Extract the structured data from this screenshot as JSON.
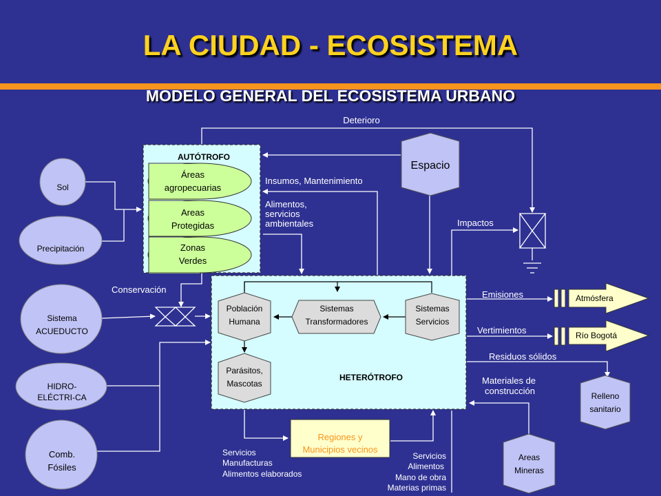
{
  "title": "LA CIUDAD - ECOSISTEMA",
  "subtitle": "MODELO GENERAL DEL ECOSISTEMA URBANO",
  "colors": {
    "background": "#2e3192",
    "title": "#ffd21f",
    "accent_bar": "#f7941d",
    "light_box": "#d5fcfe",
    "green_pill": "#ccff99",
    "grey_shape": "#dcdcdc",
    "purple_shape": "#c0c3f5",
    "yellow_box": "#ffffcc"
  },
  "inputs": {
    "sol": "Sol",
    "precipitacion": "Precipitación",
    "acueducto": [
      "Sistema",
      "ACUEDUCTO"
    ],
    "hidro": [
      "HIDRO-",
      "ELÉCTRI-CA"
    ],
    "comb": [
      "Comb.",
      "Fósiles"
    ]
  },
  "autotrofo": {
    "title": "AUTÓTROFO",
    "items": [
      [
        "Áreas",
        "agropecuarias"
      ],
      [
        "Areas",
        "Protegidas"
      ],
      [
        "Zonas",
        "Verdes"
      ]
    ]
  },
  "espacio": "Espacio",
  "heterotrofo": {
    "title": "HETERÓTROFO",
    "poblacion": [
      "Población",
      "Humana"
    ],
    "transformadores": [
      "Sistemas",
      "Transformadores"
    ],
    "servicios": [
      "Sistemas",
      "Servicios"
    ],
    "parasitos": [
      "Parásitos,",
      "Mascotas"
    ]
  },
  "flows": {
    "deterioro": "Deterioro",
    "insumos": "Insumos, Mantenimiento",
    "alimentos": [
      "Alimentos,",
      "servicios",
      "ambientales"
    ],
    "impactos": "Impactos",
    "conservacion": "Conservación",
    "emisiones": "Emisiones",
    "vertimientos": "Vertimientos",
    "residuos": "Residuos sólidos",
    "materiales": [
      "Materiales de",
      "construcción"
    ],
    "servicios_out": [
      "Servicios",
      "Manufacturas",
      "Alimentos elaborados"
    ],
    "servicios_in": [
      "Servicios",
      "Alimentos",
      "Mano de obra",
      "Materias primas"
    ]
  },
  "sinks": {
    "atmosfera": "Atmósfera",
    "rio": "Río Bogotá",
    "relleno": [
      "Relleno",
      "sanitario"
    ],
    "areas_mineras": [
      "Areas",
      "Mineras"
    ]
  },
  "regiones": [
    "Regiones y",
    "Municipios vecinos"
  ]
}
